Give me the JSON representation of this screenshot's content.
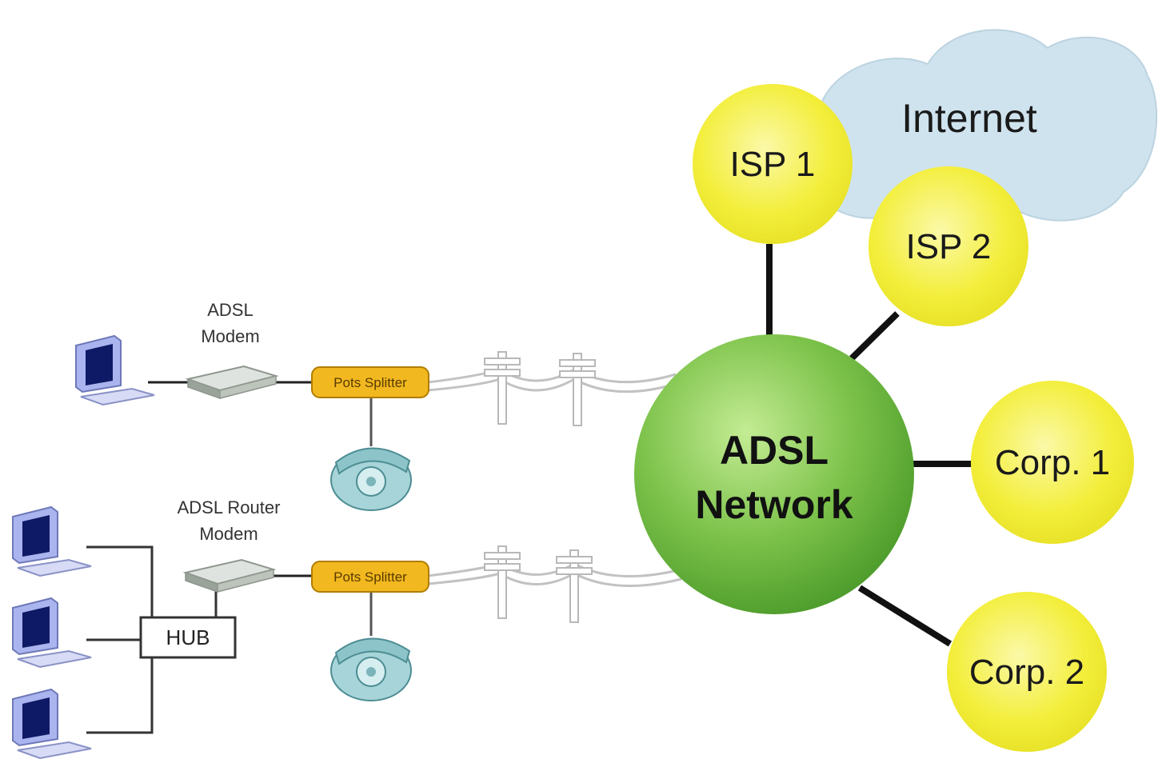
{
  "cloud": {
    "label": "Internet",
    "color": "#cfe3ee"
  },
  "core": {
    "line1": "ADSL",
    "line2": "Network",
    "color": "#7cc24a"
  },
  "nodes": {
    "isp1": "ISP 1",
    "isp2": "ISP 2",
    "corp1": "Corp. 1",
    "corp2": "Corp. 2",
    "color": "#f3ee3a"
  },
  "top_branch": {
    "modem_label_line1": "ADSL",
    "modem_label_line2": "Modem",
    "splitter_label": "Pots Splitter"
  },
  "bottom_branch": {
    "router_label_line1": "ADSL Router",
    "router_label_line2": "Modem",
    "splitter_label": "Pots Splitter",
    "hub_label": "HUB"
  },
  "colors": {
    "splitter": "#f2b81f",
    "computer": "#aab4ee",
    "phone": "#a7d4d8",
    "link": "#111111"
  }
}
